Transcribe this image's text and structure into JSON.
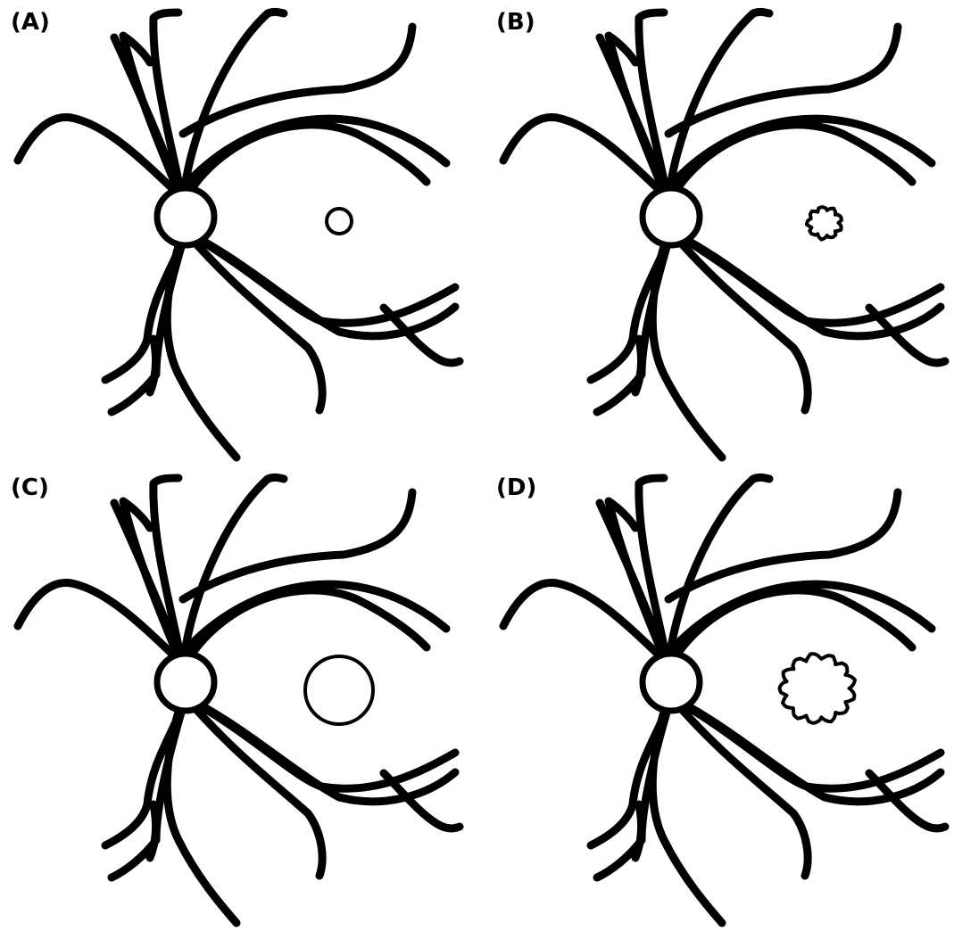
{
  "panels": [
    {
      "label": "(A)",
      "lesion_shape": "circle",
      "lesion_size": "small"
    },
    {
      "label": "(B)",
      "lesion_shape": "irregular",
      "lesion_size": "small"
    },
    {
      "label": "(C)",
      "lesion_shape": "circle",
      "lesion_size": "large"
    },
    {
      "label": "(D)",
      "lesion_shape": "irregular",
      "lesion_size": "large"
    }
  ]
}
